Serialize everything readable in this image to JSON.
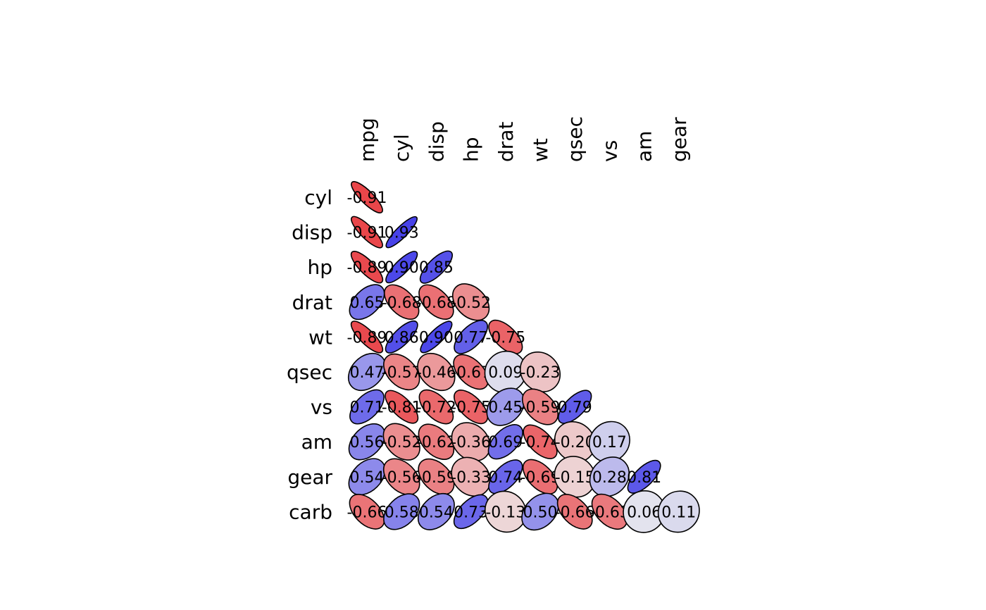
{
  "chart_data": {
    "type": "heatmap",
    "subtype": "correlation-ellipse-lower-triangle",
    "title": "",
    "column_labels": [
      "mpg",
      "cyl",
      "disp",
      "hp",
      "drat",
      "wt",
      "qsec",
      "vs",
      "am",
      "gear"
    ],
    "row_labels": [
      "cyl",
      "disp",
      "hp",
      "drat",
      "wt",
      "qsec",
      "vs",
      "am",
      "gear",
      "carb"
    ],
    "value_range": [
      -1,
      1
    ],
    "color_scale": {
      "negative": "#e8353a",
      "zero": "#eeeeee",
      "positive": "#3a35e8"
    },
    "cell_labels": [
      [
        "-0.91"
      ],
      [
        "-0.91",
        "0.93"
      ],
      [
        "-0.89",
        "0.90",
        "0.85"
      ],
      [
        "0.65",
        "-0.68",
        "-0.68",
        "-0.52"
      ],
      [
        "-0.89",
        "0.86",
        "0.90",
        "0.77",
        "-0.75"
      ],
      [
        "0.47",
        "-0.57",
        "-0.46",
        "-0.67",
        "0.09",
        "-0.23"
      ],
      [
        "0.71",
        "-0.81",
        "-0.72",
        "-0.75",
        "0.45",
        "-0.59",
        "0.79"
      ],
      [
        "0.56",
        "-0.52",
        "-0.62",
        "-0.36",
        "0.69",
        "-0.74",
        "-0.20",
        "0.17"
      ],
      [
        "0.54",
        "-0.56",
        "-0.59",
        "-0.33",
        "0.74",
        "-0.69",
        "-0.15",
        "0.28",
        "0.81"
      ],
      [
        "-0.66",
        "0.58",
        "0.54",
        "0.73",
        "-0.13",
        "0.50",
        "-0.66",
        "-0.63",
        "0.06",
        "0.11"
      ]
    ]
  }
}
